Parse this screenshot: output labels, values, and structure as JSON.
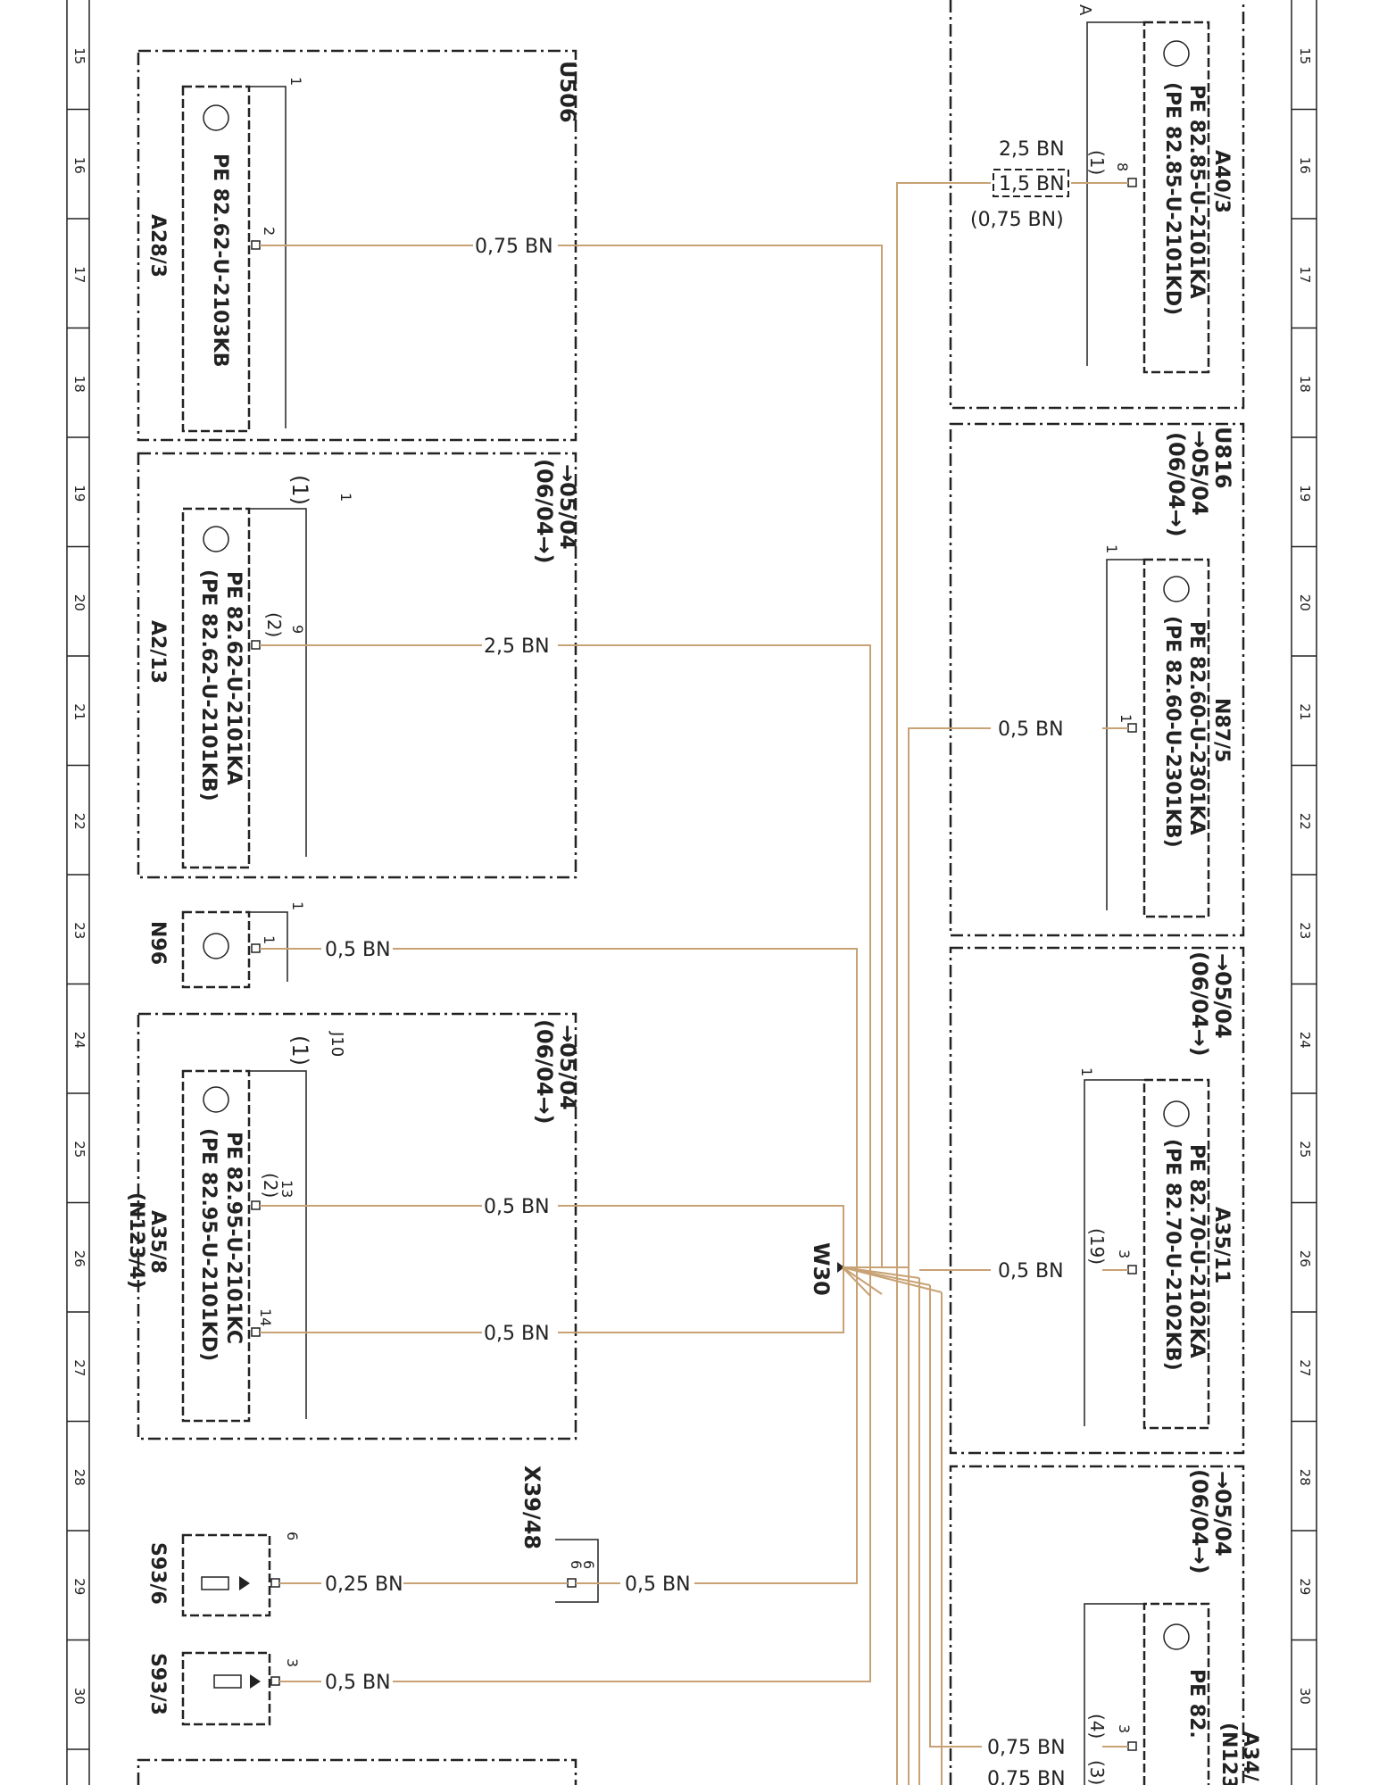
{
  "colors": {
    "wire": "#c8a274",
    "ink": "#222222"
  },
  "grid_numbers": [
    "15",
    "16",
    "17",
    "18",
    "19",
    "20",
    "21",
    "22",
    "23",
    "24",
    "25",
    "26",
    "27",
    "28",
    "29",
    "30"
  ],
  "splice": {
    "label": "W30"
  },
  "units_left": [
    {
      "id": "a28",
      "box_label": "U506",
      "name": "A28/3",
      "codes": [
        "PE 82.62-U-2103KB"
      ],
      "pin_top": "1",
      "pin": "2",
      "wire": "0,75 BN"
    },
    {
      "id": "a2",
      "box_label": "→05/04",
      "box_sub": "(06/04→)",
      "name": "A2/13",
      "codes": [
        "PE 82.62-U-2101KA",
        "(PE 82.62-U-2101KB)"
      ],
      "pin_top": "1",
      "pin_top_alt": "(1)",
      "pin": "9",
      "pin_alt": "(2)",
      "wire": "2,5 BN"
    },
    {
      "id": "n96",
      "name": "N96",
      "pin_top": "1",
      "pin": "1",
      "wire": "0,5 BN"
    },
    {
      "id": "a35-8",
      "box_label": "→05/04",
      "box_sub": "(06/04→)",
      "name": "A35/8",
      "name_sub": "(N123/4)",
      "codes": [
        "PE 82.95-U-2101KC",
        "(PE 82.95-U-2101KD)"
      ],
      "pin_top": "J10",
      "pin_top_alt": "(1)",
      "pins": [
        "13",
        "14"
      ],
      "pins_alt": [
        "(2)",
        ""
      ],
      "wires": [
        "0,5 BN",
        "0,5 BN"
      ]
    },
    {
      "id": "s93-6",
      "name": "S93/6",
      "pin": "6",
      "wire": "0,25 BN"
    },
    {
      "id": "s93-3",
      "name": "S93/3",
      "pin": "3",
      "wire": "0,5 BN"
    }
  ],
  "connector": {
    "name": "X39/48",
    "pin": "6",
    "pin2": "6",
    "wire": "0,5 BN"
  },
  "units_right": [
    {
      "id": "a40",
      "name": "A40/3",
      "codes": [
        "PE 82.85-U-2101KA",
        "(PE 82.85-U-2101KD)"
      ],
      "pin_top": "A",
      "pin": "8",
      "pin_alt": "(1)",
      "wire_top": "2,5 BN",
      "wire": "1,5 BN",
      "wire_alt": "(0,75 BN)"
    },
    {
      "id": "n87",
      "box_label": "U816",
      "box_sub": "→05/04",
      "box_sub2": "(06/04→)",
      "name": "N87/5",
      "codes": [
        "PE 82.60-U-2301KA",
        "(PE 82.60-U-2301KB)"
      ],
      "pin_top": "1",
      "pin": "1",
      "wire": "0,5 BN"
    },
    {
      "id": "a35-11",
      "box_label": "→05/04",
      "box_sub": "(06/04→)",
      "name": "A35/11",
      "codes": [
        "PE 82.70-U-2102KA",
        "(PE 82.70-U-2102KB)"
      ],
      "pin_top": "1",
      "pin": "3",
      "pin_alt": "(19)",
      "wire": "0,5 BN"
    },
    {
      "id": "a34",
      "box_label": "→05/04",
      "box_sub": "(06/04→)",
      "name": "A34/",
      "name_sub": "(N123",
      "codes": [
        "PE 82."
      ],
      "pin": "3",
      "pin_alt": "(4)",
      "pin2_alt": "(3)",
      "wire": "0,75 BN",
      "wire2": "0,75 BN"
    }
  ]
}
